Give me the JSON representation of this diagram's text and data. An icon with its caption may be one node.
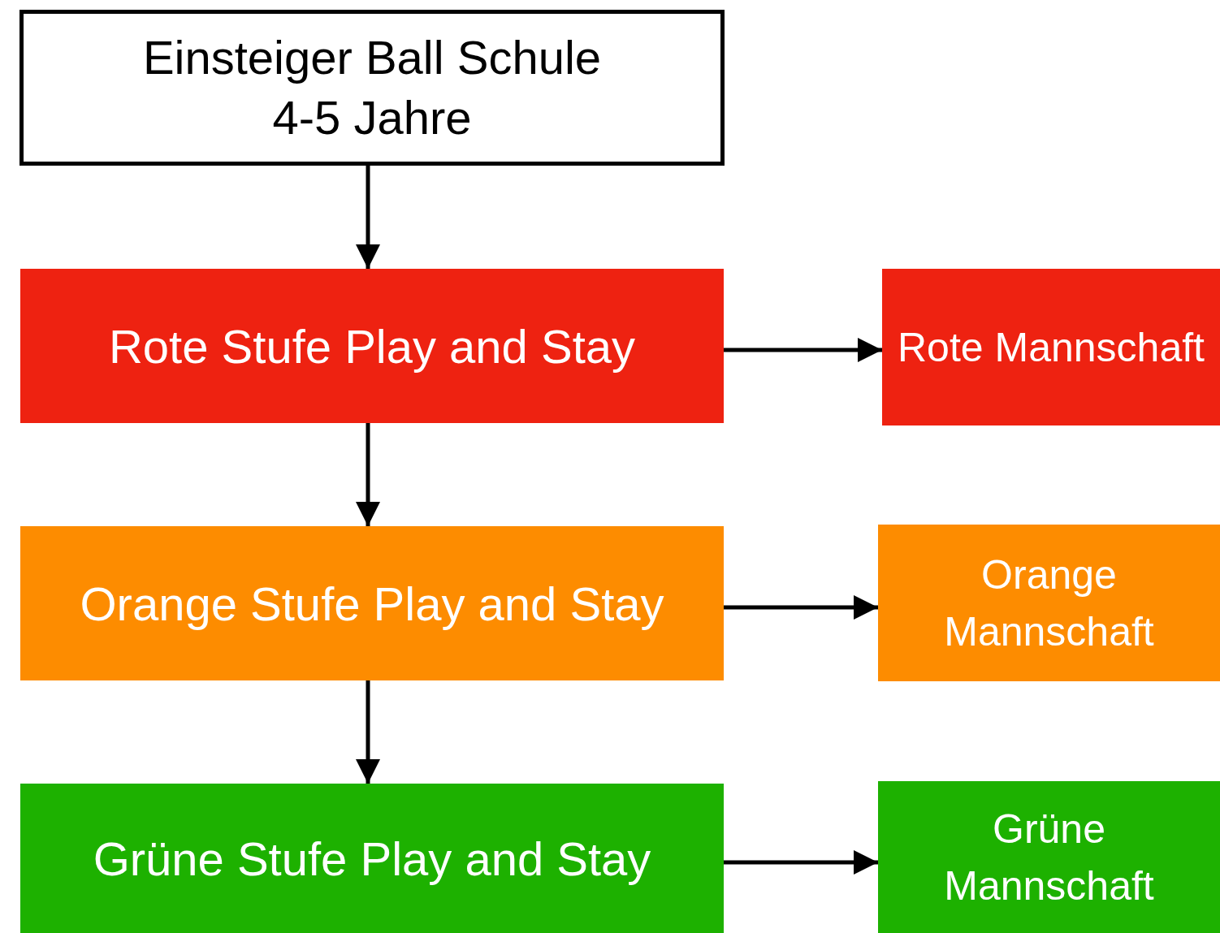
{
  "diagram": {
    "nodes": [
      {
        "text": [
          "Einsteiger Ball Schule",
          "4-5 Jahre"
        ]
      },
      {
        "text": [
          "Rote Stufe Play and Stay"
        ]
      },
      {
        "text": [
          "Rote Mannschaft"
        ]
      },
      {
        "text": [
          "Orange Stufe Play and Stay"
        ]
      },
      {
        "text": [
          "Orange Mannschaft"
        ]
      },
      {
        "text": [
          "Grüne Stufe Play and Stay"
        ]
      },
      {
        "text": [
          "Grüne Mannschaft"
        ]
      }
    ],
    "edges": [
      {
        "from": 0,
        "to": 1,
        "arrow": "to"
      },
      {
        "from": 1,
        "to": 2,
        "arrow": "to"
      },
      {
        "from": 1,
        "to": 3,
        "arrow": "to"
      },
      {
        "from": 3,
        "to": 4,
        "arrow": "to"
      },
      {
        "from": 3,
        "to": 5,
        "arrow": "to"
      },
      {
        "from": 5,
        "to": 6,
        "arrow": "to"
      }
    ]
  }
}
